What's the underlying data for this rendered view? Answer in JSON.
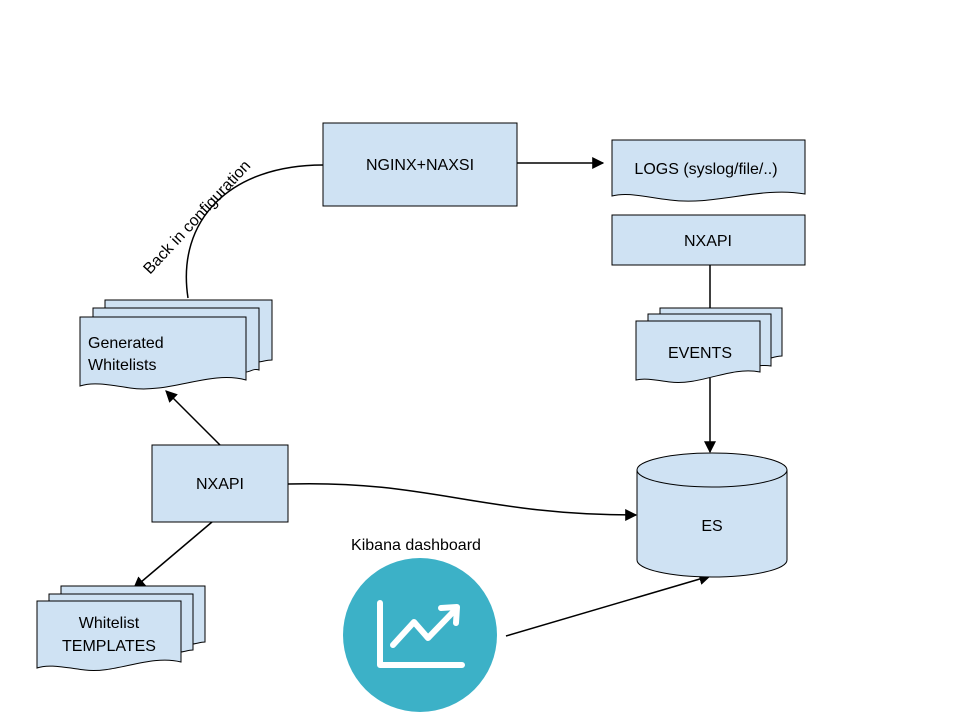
{
  "nodes": {
    "nginx": {
      "label": "NGINX+NAXSI"
    },
    "logs": {
      "label": "LOGS (syslog/file/..)"
    },
    "nxapi_top": {
      "label": "NXAPI"
    },
    "events": {
      "label": "EVENTS"
    },
    "es": {
      "label": "ES"
    },
    "nxapi_center": {
      "label": "NXAPI"
    },
    "generated_whitelists": {
      "line1": "Generated",
      "line2": "Whitelists"
    },
    "whitelist_templates": {
      "line1": "Whitelist",
      "line2": "TEMPLATES"
    },
    "kibana": {
      "label": "Kibana dashboard",
      "icon": "trending-up-chart-icon"
    }
  },
  "edges": {
    "back_in_config": {
      "label": "Back in configuration"
    }
  },
  "colors": {
    "box_fill": "#cfe2f3",
    "kibana_circle": "#3cb1c7",
    "stroke": "#000000"
  }
}
